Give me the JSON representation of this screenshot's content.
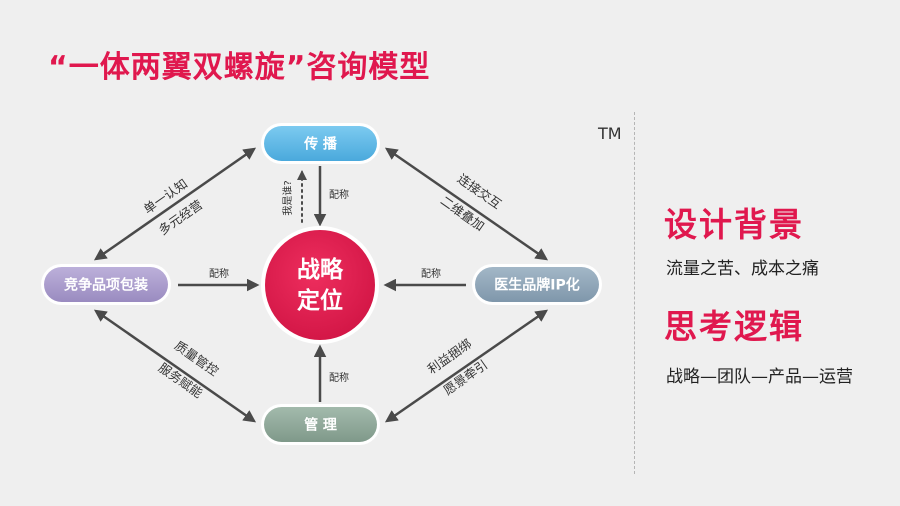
{
  "title": "“一体两翼双螺旋”咨询模型",
  "trademark": "TM",
  "diagram": {
    "center": {
      "line1": "战略",
      "line2": "定位"
    },
    "nodes": {
      "top": "传 播",
      "left": "竞争品项包装",
      "right": "医生品牌IP化",
      "bottom": "管 理"
    },
    "edge_labels": {
      "top_left_1": "单一认知",
      "top_left_2": "多元经营",
      "top_right_1": "连接交互",
      "top_right_2": "二维叠加",
      "bottom_left_1": "质量管控",
      "bottom_left_2": "服务赋能",
      "bottom_right_1": "利益捆绑",
      "bottom_right_2": "愿景牵引",
      "who_am_i": "我是谁?",
      "match_top": "配称",
      "match_left": "配称",
      "match_right": "配称",
      "match_bottom": "配称"
    }
  },
  "side": {
    "heading1": "设计背景",
    "text1": "流量之苦、成本之痛",
    "heading2": "思考逻辑",
    "text2": "战略—团队—产品—运营"
  },
  "colors": {
    "accent": "#e0184e",
    "top_node": "#5ab6e6",
    "left_node": "#a99bcb",
    "right_node": "#8ea5b8",
    "bottom_node": "#8fa89a"
  }
}
